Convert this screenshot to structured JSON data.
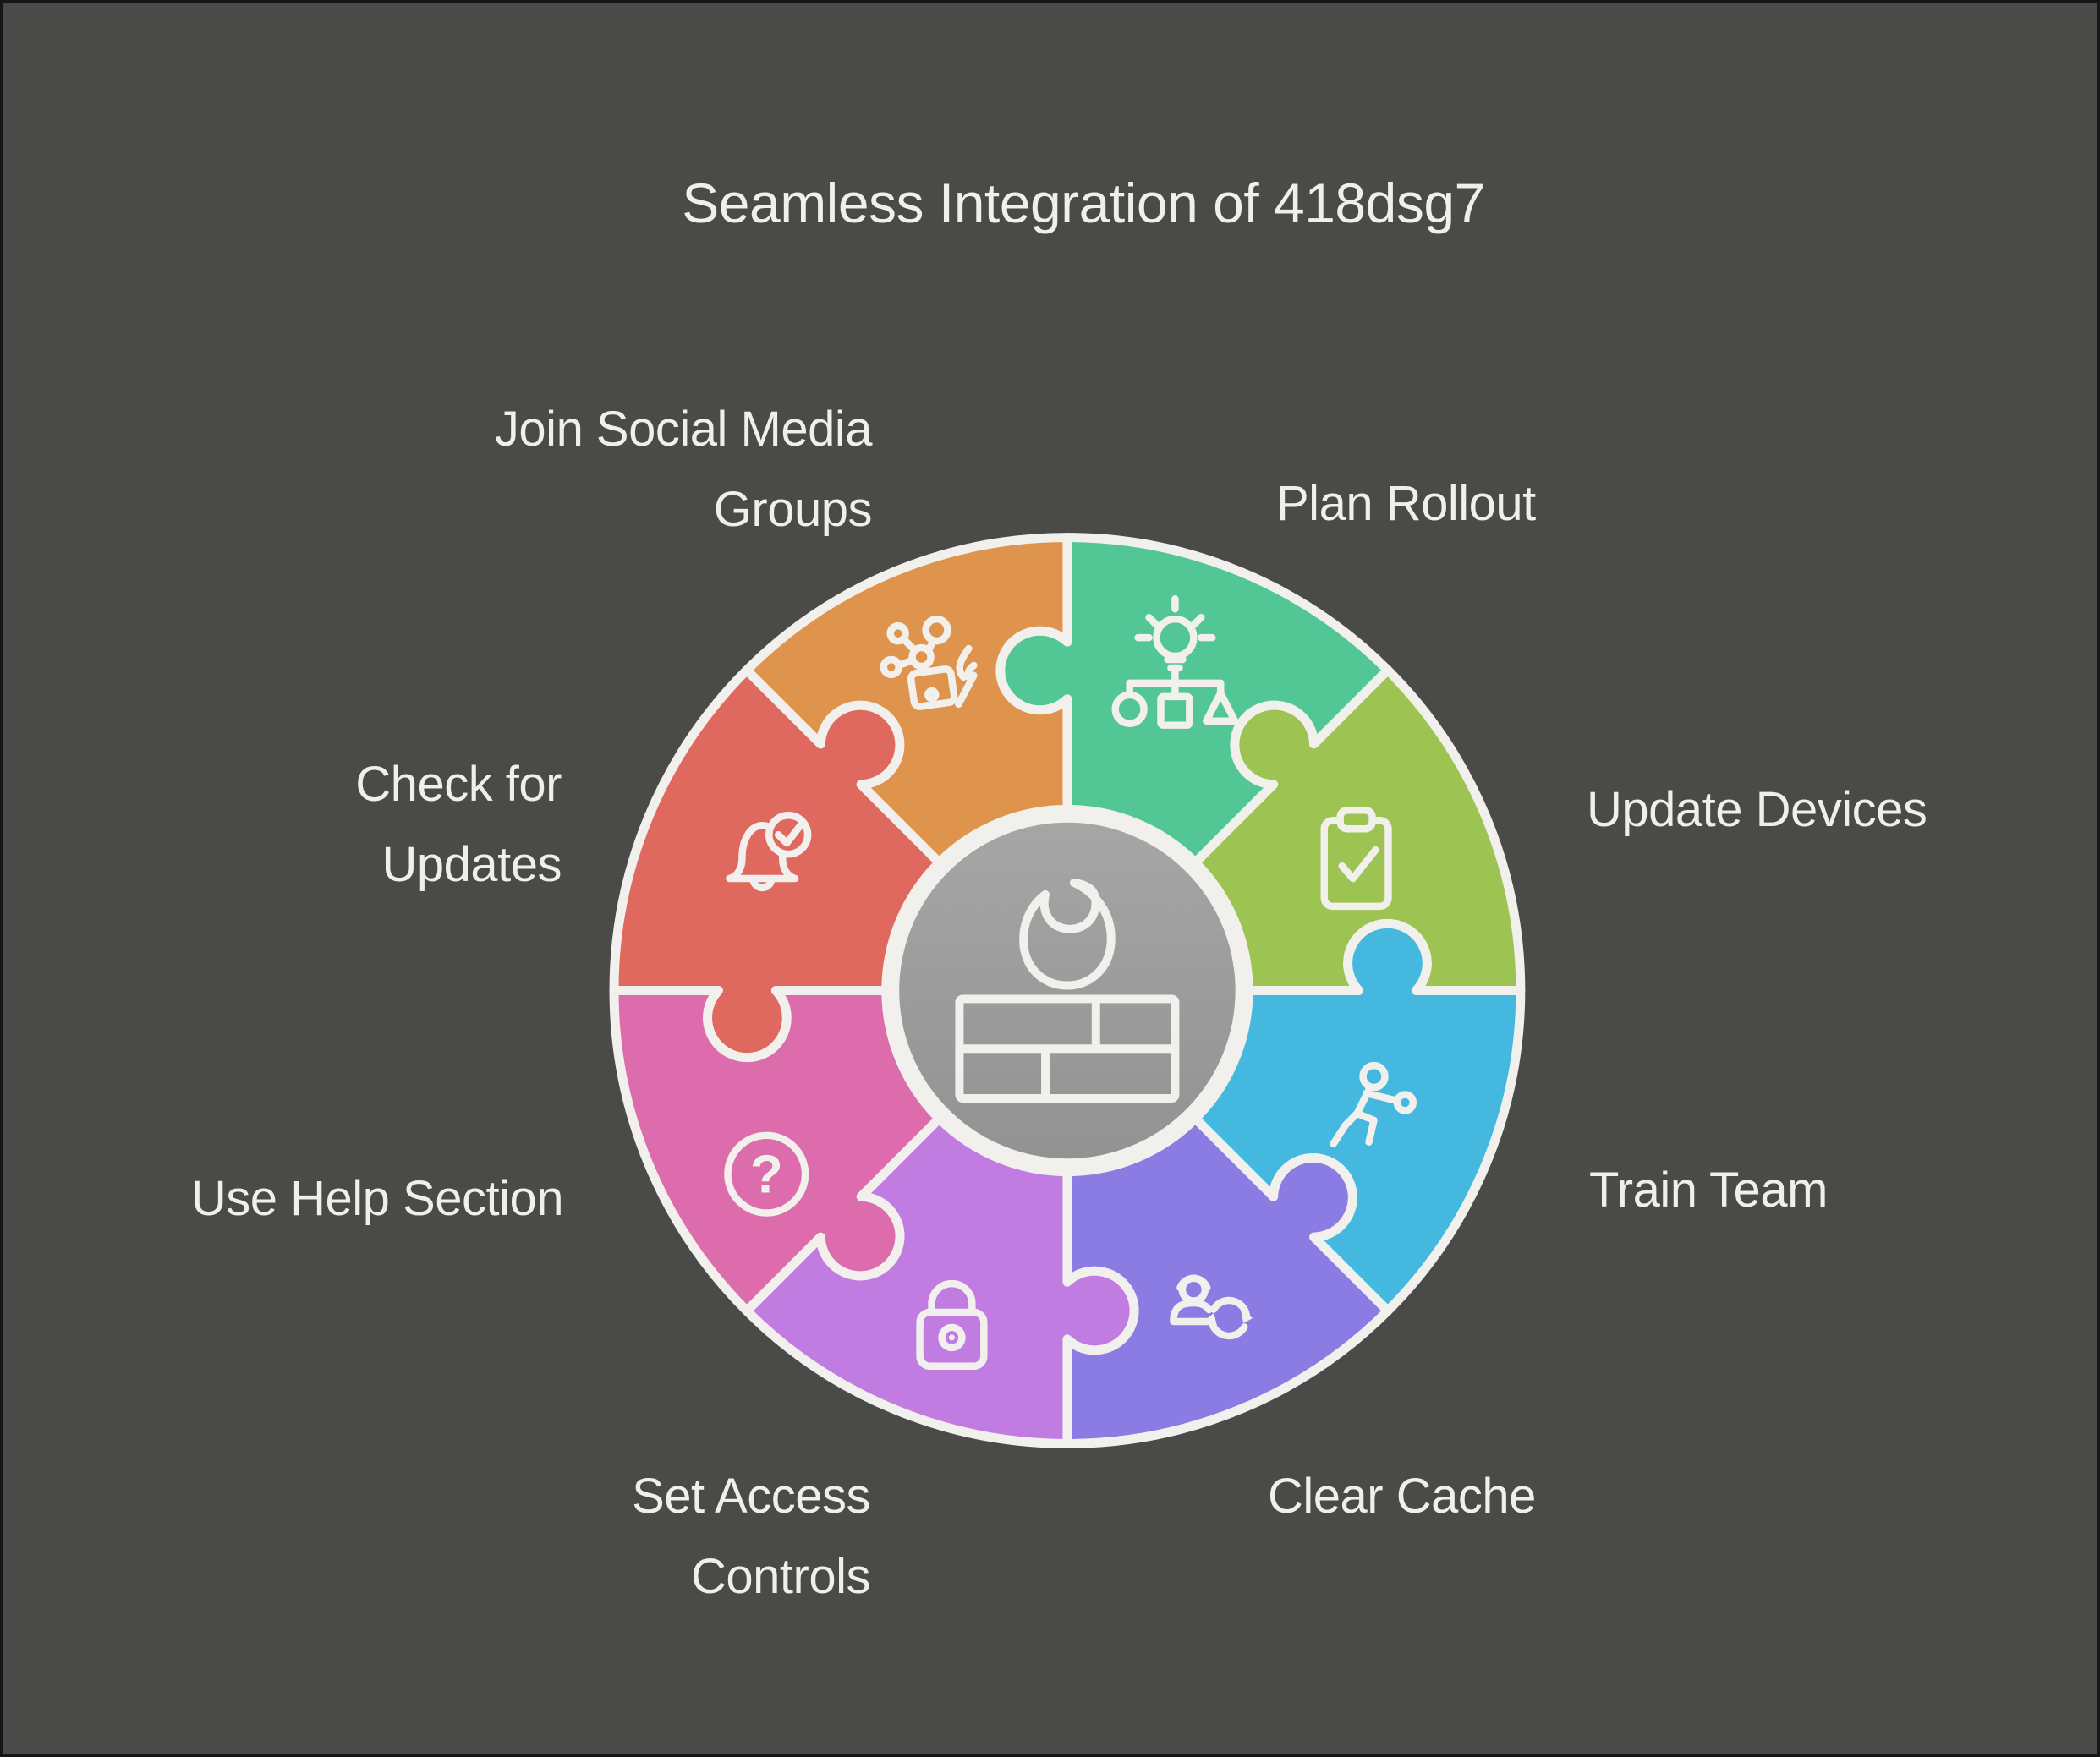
{
  "title": "Seamless Integration of 418dsg7",
  "canvas": {
    "background": "#4a4a48",
    "frame": "#161616",
    "stroke_white": "#f2f0ec",
    "text_color": "#f1efec",
    "hub_fill_top": "#a6a6a6",
    "hub_fill_bottom": "#929292"
  },
  "center": {
    "icon": "firewall-flame-icon"
  },
  "icons": {
    "help_glyph": "?"
  },
  "segments": [
    {
      "id": "plan-rollout",
      "label": "Plan Rollout",
      "color": "#52c795",
      "icon": "idea-org-chart-icon"
    },
    {
      "id": "update-devices",
      "label": "Update Devices",
      "color": "#9dc353",
      "icon": "clipboard-check-icon"
    },
    {
      "id": "train-team",
      "label": "Train Team",
      "color": "#45b8e0",
      "icon": "training-person-icon"
    },
    {
      "id": "clear-cache",
      "label": "Clear Cache",
      "color": "#8b7ce3",
      "icon": "user-sync-icon"
    },
    {
      "id": "set-access-controls",
      "label": "Set Access\nControls",
      "color": "#c07ce0",
      "icon": "padlock-icon"
    },
    {
      "id": "use-help-section",
      "label": "Use Help Section",
      "color": "#dd6cad",
      "icon": "question-circle-icon"
    },
    {
      "id": "check-for-updates",
      "label": "Check for\nUpdates",
      "color": "#e0695f",
      "icon": "bell-check-icon"
    },
    {
      "id": "join-social-media-groups",
      "label": "Join Social Media\nGroups",
      "color": "#df944e",
      "icon": "phone-network-icon"
    }
  ]
}
